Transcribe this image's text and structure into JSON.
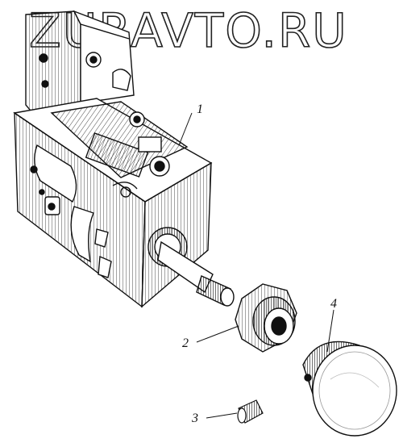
{
  "watermark": "ZURAVTO.RU",
  "callouts": {
    "switch_body": "1",
    "nut": "2",
    "set_screw": "3",
    "knob": "4"
  },
  "colors": {
    "ink": "#111111",
    "paper": "#ffffff",
    "hatch": "#444444"
  }
}
